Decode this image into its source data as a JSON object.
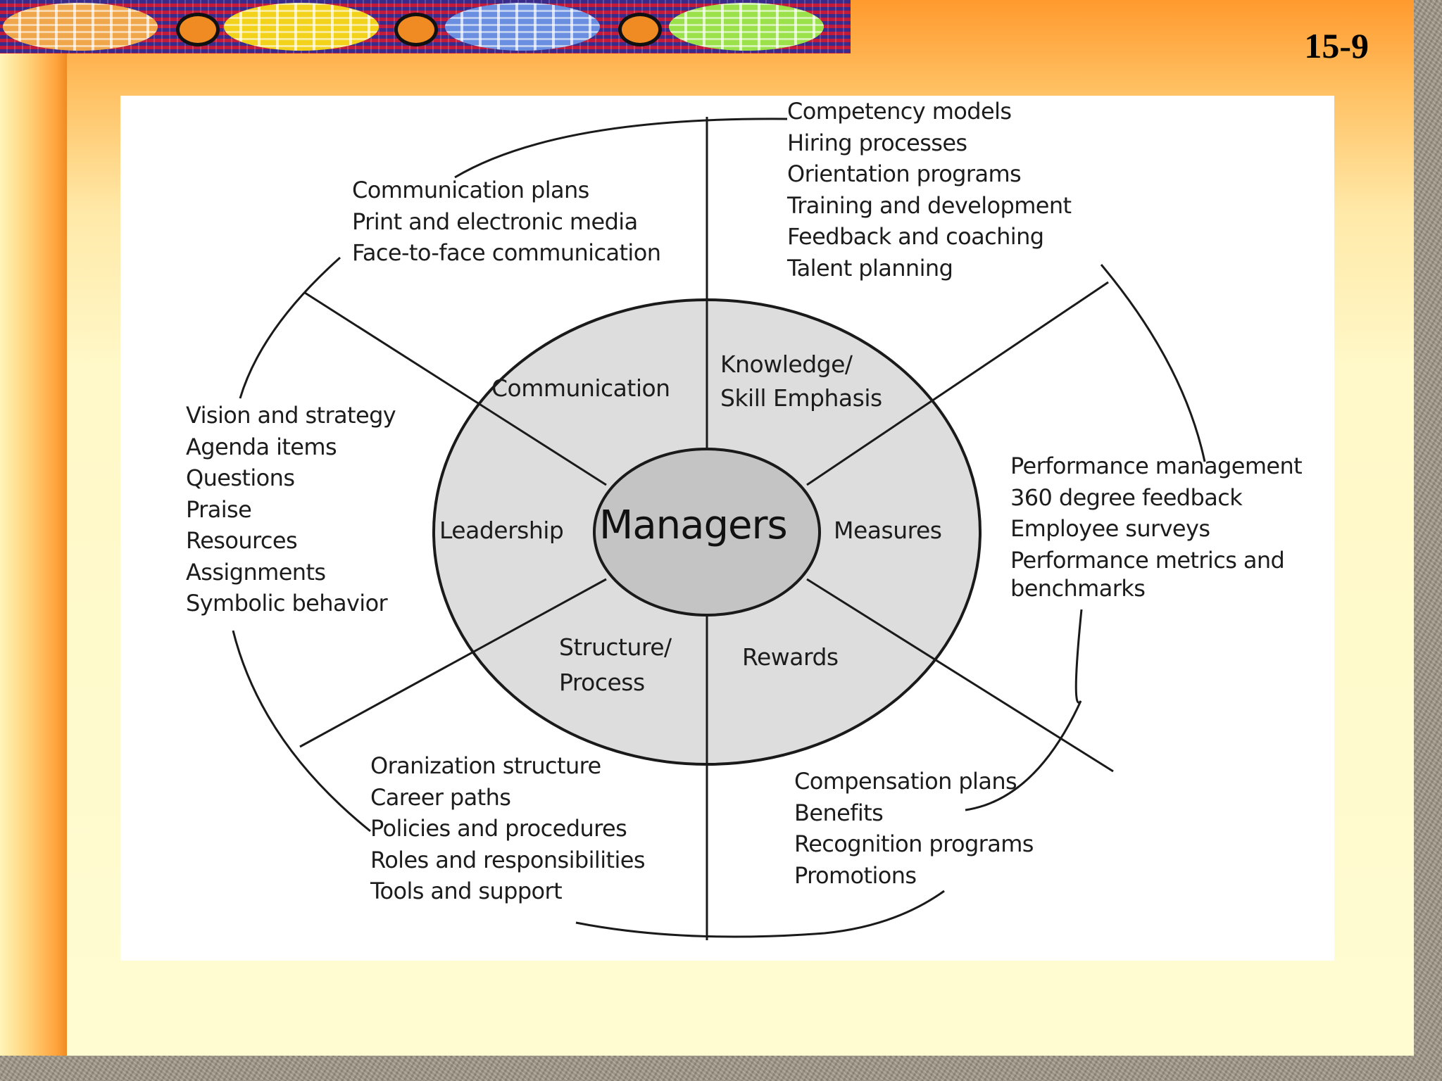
{
  "slide": {
    "number": "15-9"
  },
  "diagram": {
    "center": "Managers",
    "segments": [
      {
        "name": "Communication",
        "lines": [
          "Communication"
        ]
      },
      {
        "name": "Knowledge/Skill Emphasis",
        "lines": [
          "Knowledge/",
          "Skill Emphasis"
        ]
      },
      {
        "name": "Measures",
        "lines": [
          "Measures"
        ]
      },
      {
        "name": "Rewards",
        "lines": [
          "Rewards"
        ]
      },
      {
        "name": "Structure/Process",
        "lines": [
          "Structure/",
          "Process"
        ]
      },
      {
        "name": "Leadership",
        "lines": [
          "Leadership"
        ]
      }
    ],
    "lists": {
      "communication": [
        "Communication plans",
        "Print and electronic media",
        "Face-to-face communication"
      ],
      "knowledge": [
        "Competency models",
        "Hiring processes",
        "Orientation programs",
        "Training and development",
        "Feedback and coaching",
        "Talent planning"
      ],
      "leadership": [
        "Vision and strategy",
        "Agenda items",
        "Questions",
        "Praise",
        "Resources",
        "Assignments",
        "Symbolic behavior"
      ],
      "measures": [
        "Performance management",
        "360 degree feedback",
        "Employee surveys",
        "Performance metrics and",
        "benchmarks"
      ],
      "structure": [
        "Oranization structure",
        "Career paths",
        "Policies and procedures",
        "Roles and responsibilities",
        "Tools and support"
      ],
      "rewards": [
        "Compensation plans",
        "Benefits",
        "Recognition programs",
        "Promotions"
      ]
    }
  },
  "colors": {
    "ring_fill": "#dddddd",
    "center_fill": "#c4c4c4",
    "stroke": "#1a1a1a"
  }
}
